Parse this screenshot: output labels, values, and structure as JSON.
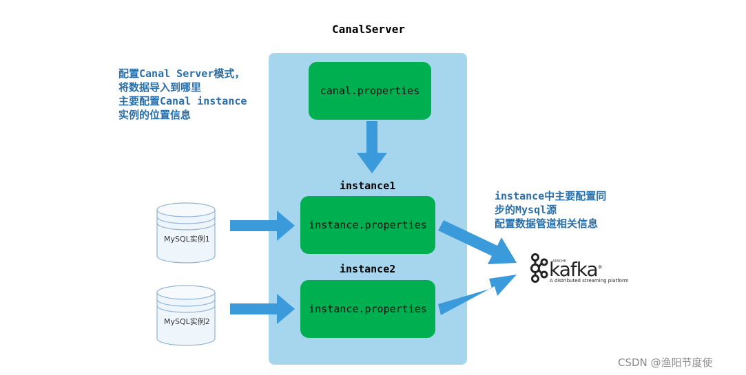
{
  "title": "CanalServer",
  "notes": {
    "left": [
      "配置Canal Server模式，",
      "将数据导入到哪里",
      "主要配置Canal instance",
      "实例的位置信息"
    ],
    "right": [
      "instance中主要配置同",
      "步的Mysql源",
      "配置数据管道相关信息"
    ]
  },
  "boxes": {
    "canal": "canal.properties",
    "instance1": "instance.properties",
    "instance2": "instance.properties"
  },
  "labels": {
    "instance1": "instance1",
    "instance2": "instance2"
  },
  "databases": {
    "db1": "MySQL实例1",
    "db2": "MySQL实例2"
  },
  "kafka": {
    "apache": "APACHE",
    "name": "kafka",
    "trademark": "®",
    "tagline": "A distributed streaming platform",
    "icon": "kafka-logo-icon"
  },
  "watermark": "CSDN @渔阳节度使",
  "colors": {
    "panel": "#a6d6ee",
    "box": "#00b050",
    "arrow": "#3b9ad9",
    "note_text": "#2a6fa8"
  }
}
